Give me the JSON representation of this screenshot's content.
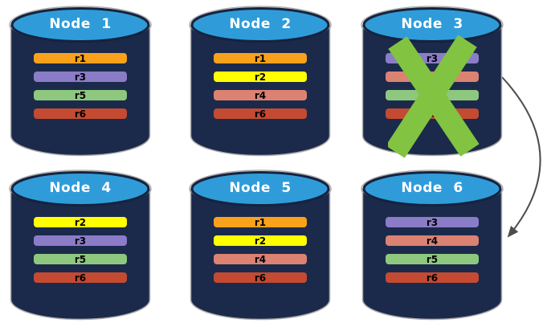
{
  "colors": {
    "canvas_bg": "#FFFFFF",
    "cylinder_body": "#1B2A4B",
    "cylinder_top": "#2F9CD9",
    "cylinder_top_border": "#15233F",
    "cylinder_outline": "#ABABAB",
    "failure_x": "#82C341",
    "arrow": "#4D4D4D",
    "node_title_text": "#FFFFFF",
    "replica_label_text": "#000000"
  },
  "nodes": [
    {
      "name": "Node 1",
      "failed": false,
      "replicas": [
        {
          "label": "r1",
          "color": "#F9A11B"
        },
        {
          "label": "r3",
          "color": "#8B7CC8"
        },
        {
          "label": "r5",
          "color": "#8EC87E"
        },
        {
          "label": "r6",
          "color": "#C44A31"
        }
      ]
    },
    {
      "name": "Node 2",
      "failed": false,
      "replicas": [
        {
          "label": "r1",
          "color": "#F9A11B"
        },
        {
          "label": "r2",
          "color": "#FFFF00"
        },
        {
          "label": "r4",
          "color": "#DC8273"
        },
        {
          "label": "r6",
          "color": "#C44A31"
        }
      ]
    },
    {
      "name": "Node 3",
      "failed": true,
      "replicas": [
        {
          "label": "r3",
          "color": "#8B7CC8"
        },
        {
          "label": "r4",
          "color": "#DC8273"
        },
        {
          "label": "r5",
          "color": "#8EC87E"
        },
        {
          "label": "r6",
          "color": "#C44A31"
        }
      ]
    },
    {
      "name": "Node 4",
      "failed": false,
      "replicas": [
        {
          "label": "r2",
          "color": "#FFFF00"
        },
        {
          "label": "r3",
          "color": "#8B7CC8"
        },
        {
          "label": "r5",
          "color": "#8EC87E"
        },
        {
          "label": "r6",
          "color": "#C44A31"
        }
      ]
    },
    {
      "name": "Node 5",
      "failed": false,
      "replicas": [
        {
          "label": "r1",
          "color": "#F9A11B"
        },
        {
          "label": "r2",
          "color": "#FFFF00"
        },
        {
          "label": "r4",
          "color": "#DC8273"
        },
        {
          "label": "r6",
          "color": "#C44A31"
        }
      ]
    },
    {
      "name": "Node 6",
      "failed": false,
      "replicas": [
        {
          "label": "r3",
          "color": "#8B7CC8"
        },
        {
          "label": "r4",
          "color": "#DC8273"
        },
        {
          "label": "r5",
          "color": "#8EC87E"
        },
        {
          "label": "r6",
          "color": "#C44A31"
        }
      ]
    }
  ],
  "arrow": {
    "from": "Node 3",
    "to": "Node 6"
  }
}
